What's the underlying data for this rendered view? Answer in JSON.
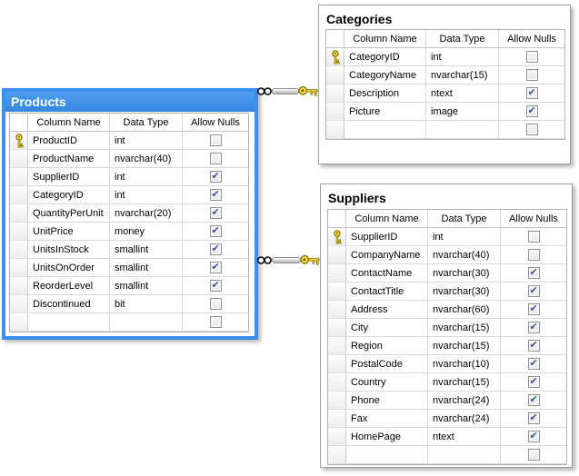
{
  "diagram": {
    "grid_headers": [
      "Column Name",
      "Data Type",
      "Allow Nulls"
    ],
    "colors": {
      "selected_table_accent": "#3e8ef0",
      "selected_title_text": "#ffffff",
      "table_title_text": "#000000",
      "grid_border": "#b2b2b2",
      "checkbox_check": "#3a5795",
      "key_icon_fill": "#ffe14d",
      "key_icon_outline": "#8a7500"
    },
    "tables": [
      {
        "name": "Products",
        "selected": true,
        "rows": [
          {
            "column_name": "ProductID",
            "data_type": "int",
            "allow_nulls": false,
            "primary_key": true
          },
          {
            "column_name": "ProductName",
            "data_type": "nvarchar(40)",
            "allow_nulls": false,
            "primary_key": false
          },
          {
            "column_name": "SupplierID",
            "data_type": "int",
            "allow_nulls": true,
            "primary_key": false
          },
          {
            "column_name": "CategoryID",
            "data_type": "int",
            "allow_nulls": true,
            "primary_key": false
          },
          {
            "column_name": "QuantityPerUnit",
            "data_type": "nvarchar(20)",
            "allow_nulls": true,
            "primary_key": false
          },
          {
            "column_name": "UnitPrice",
            "data_type": "money",
            "allow_nulls": true,
            "primary_key": false
          },
          {
            "column_name": "UnitsInStock",
            "data_type": "smallint",
            "allow_nulls": true,
            "primary_key": false
          },
          {
            "column_name": "UnitsOnOrder",
            "data_type": "smallint",
            "allow_nulls": true,
            "primary_key": false
          },
          {
            "column_name": "ReorderLevel",
            "data_type": "smallint",
            "allow_nulls": true,
            "primary_key": false
          },
          {
            "column_name": "Discontinued",
            "data_type": "bit",
            "allow_nulls": false,
            "primary_key": false
          },
          {
            "column_name": "",
            "data_type": "",
            "allow_nulls": false,
            "primary_key": false
          }
        ]
      },
      {
        "name": "Categories",
        "selected": false,
        "rows": [
          {
            "column_name": "CategoryID",
            "data_type": "int",
            "allow_nulls": false,
            "primary_key": true
          },
          {
            "column_name": "CategoryName",
            "data_type": "nvarchar(15)",
            "allow_nulls": false,
            "primary_key": false
          },
          {
            "column_name": "Description",
            "data_type": "ntext",
            "allow_nulls": true,
            "primary_key": false
          },
          {
            "column_name": "Picture",
            "data_type": "image",
            "allow_nulls": true,
            "primary_key": false
          },
          {
            "column_name": "",
            "data_type": "",
            "allow_nulls": false,
            "primary_key": false
          }
        ]
      },
      {
        "name": "Suppliers",
        "selected": false,
        "rows": [
          {
            "column_name": "SupplierID",
            "data_type": "int",
            "allow_nulls": false,
            "primary_key": true
          },
          {
            "column_name": "CompanyName",
            "data_type": "nvarchar(40)",
            "allow_nulls": false,
            "primary_key": false
          },
          {
            "column_name": "ContactName",
            "data_type": "nvarchar(30)",
            "allow_nulls": true,
            "primary_key": false
          },
          {
            "column_name": "ContactTitle",
            "data_type": "nvarchar(30)",
            "allow_nulls": true,
            "primary_key": false
          },
          {
            "column_name": "Address",
            "data_type": "nvarchar(60)",
            "allow_nulls": true,
            "primary_key": false
          },
          {
            "column_name": "City",
            "data_type": "nvarchar(15)",
            "allow_nulls": true,
            "primary_key": false
          },
          {
            "column_name": "Region",
            "data_type": "nvarchar(15)",
            "allow_nulls": true,
            "primary_key": false
          },
          {
            "column_name": "PostalCode",
            "data_type": "nvarchar(10)",
            "allow_nulls": true,
            "primary_key": false
          },
          {
            "column_name": "Country",
            "data_type": "nvarchar(15)",
            "allow_nulls": true,
            "primary_key": false
          },
          {
            "column_name": "Phone",
            "data_type": "nvarchar(24)",
            "allow_nulls": true,
            "primary_key": false
          },
          {
            "column_name": "Fax",
            "data_type": "nvarchar(24)",
            "allow_nulls": true,
            "primary_key": false
          },
          {
            "column_name": "HomePage",
            "data_type": "ntext",
            "allow_nulls": true,
            "primary_key": false
          },
          {
            "column_name": "",
            "data_type": "",
            "allow_nulls": false,
            "primary_key": false
          }
        ]
      }
    ],
    "relationships": [
      {
        "from_table": "Products",
        "from_cardinality": "many",
        "from_icon": "infinity-icon",
        "to_table": "Categories",
        "to_cardinality": "one",
        "to_icon": "key-icon"
      },
      {
        "from_table": "Products",
        "from_cardinality": "many",
        "from_icon": "infinity-icon",
        "to_table": "Suppliers",
        "to_cardinality": "one",
        "to_icon": "key-icon"
      }
    ]
  }
}
